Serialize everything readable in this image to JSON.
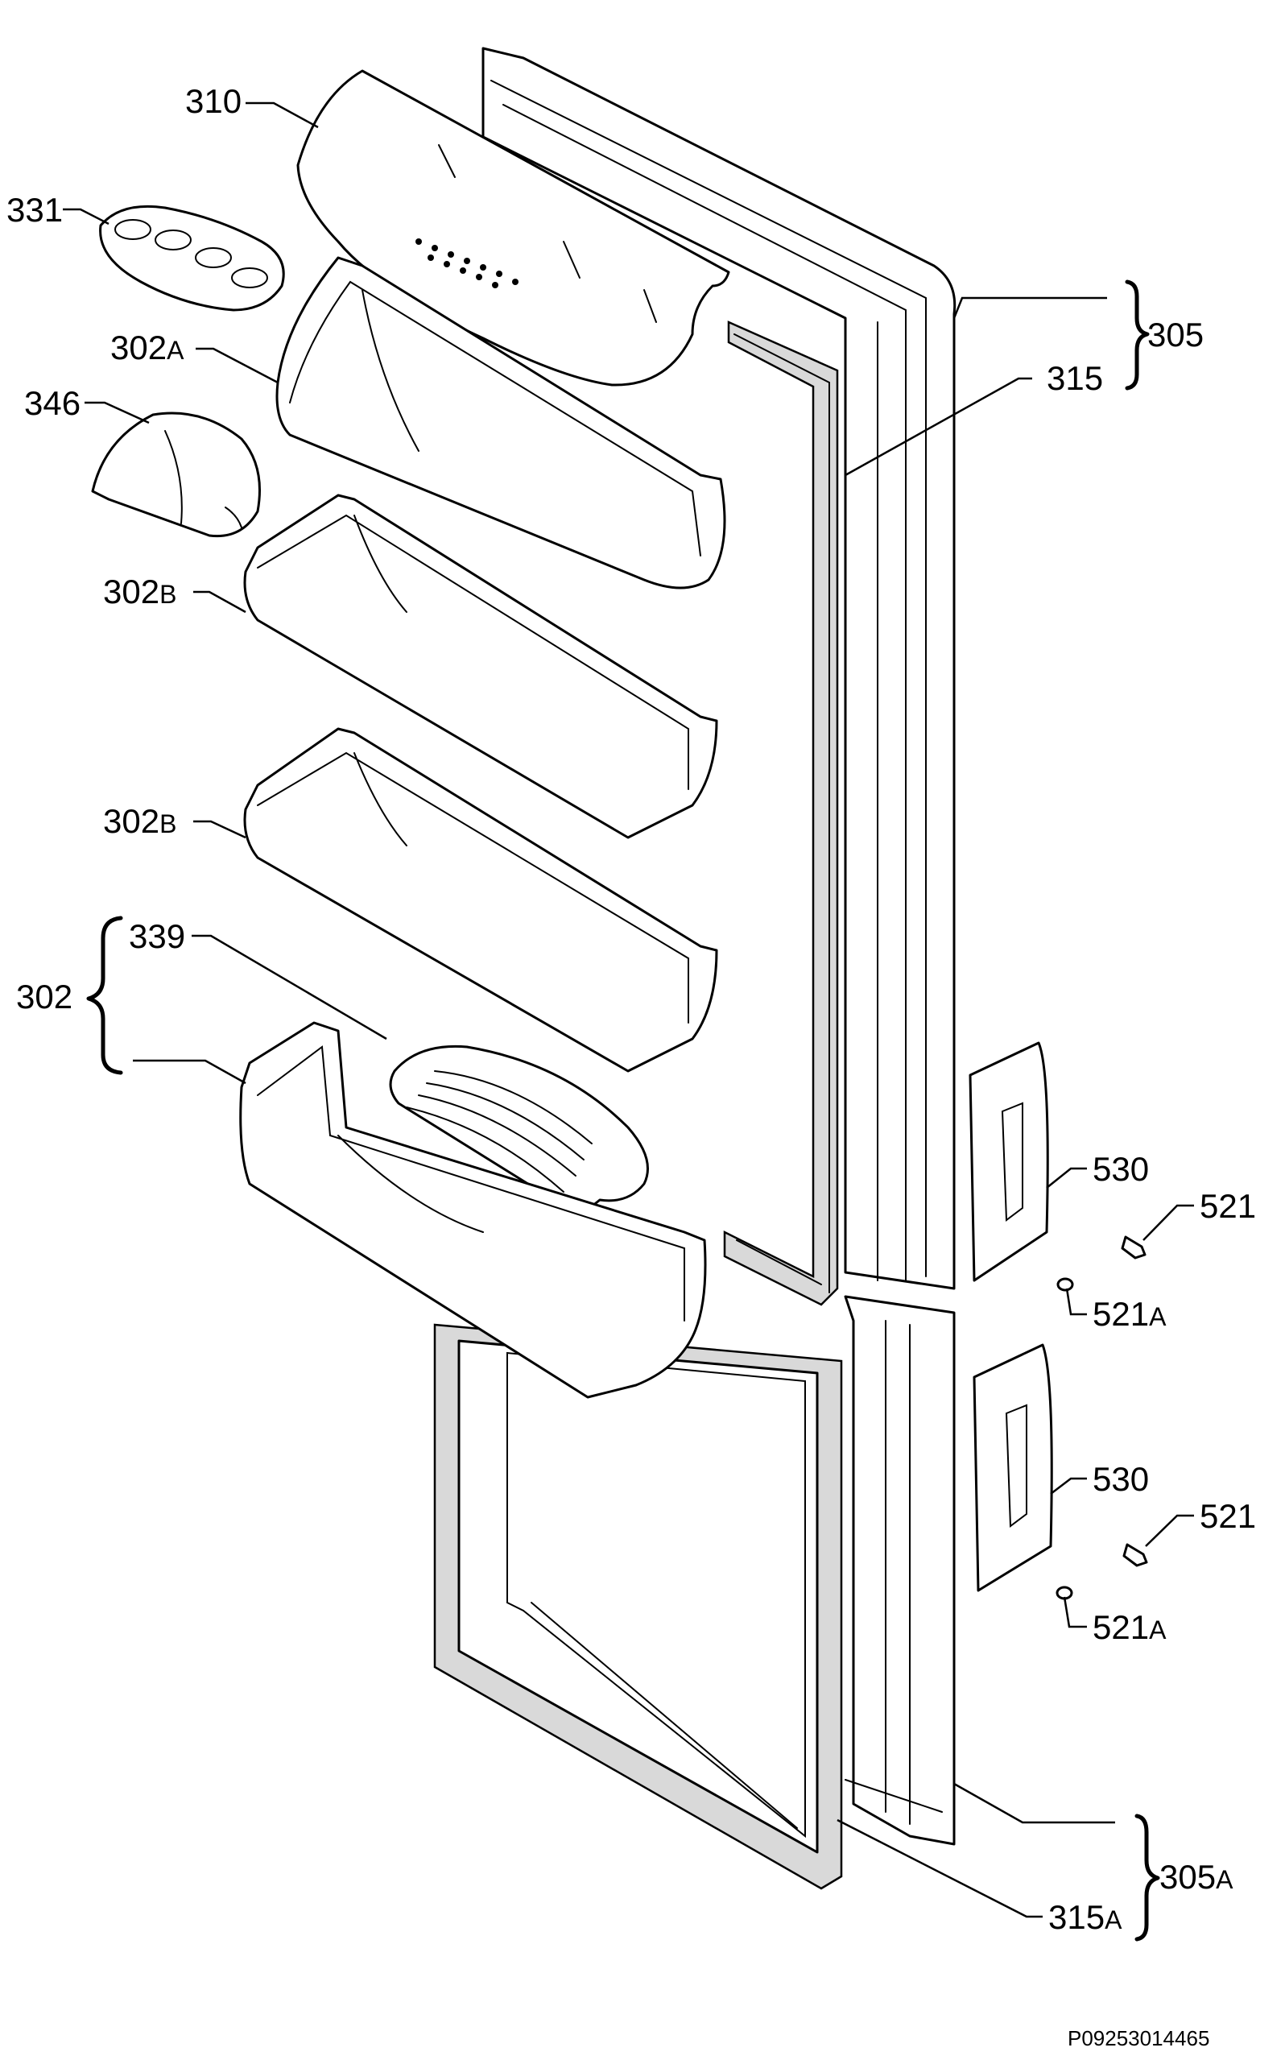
{
  "diagram": {
    "labels": {
      "l310": "310",
      "l331": "331",
      "l302a_num": "302",
      "l302a_sub": "A",
      "l346": "346",
      "l302b1_num": "302",
      "l302b1_sub": "B",
      "l302b2_num": "302",
      "l302b2_sub": "B",
      "l339": "339",
      "l302": "302",
      "l305": "305",
      "l315": "315",
      "l530a": "530",
      "l521a": "521",
      "l521Aa_num": "521",
      "l521Aa_sub": "A",
      "l530b": "530",
      "l521b": "521",
      "l521Ab_num": "521",
      "l521Ab_sub": "A",
      "l305A_num": "305",
      "l305A_sub": "A",
      "l315A_num": "315",
      "l315A_sub": "A"
    },
    "code": "P09253014465"
  }
}
